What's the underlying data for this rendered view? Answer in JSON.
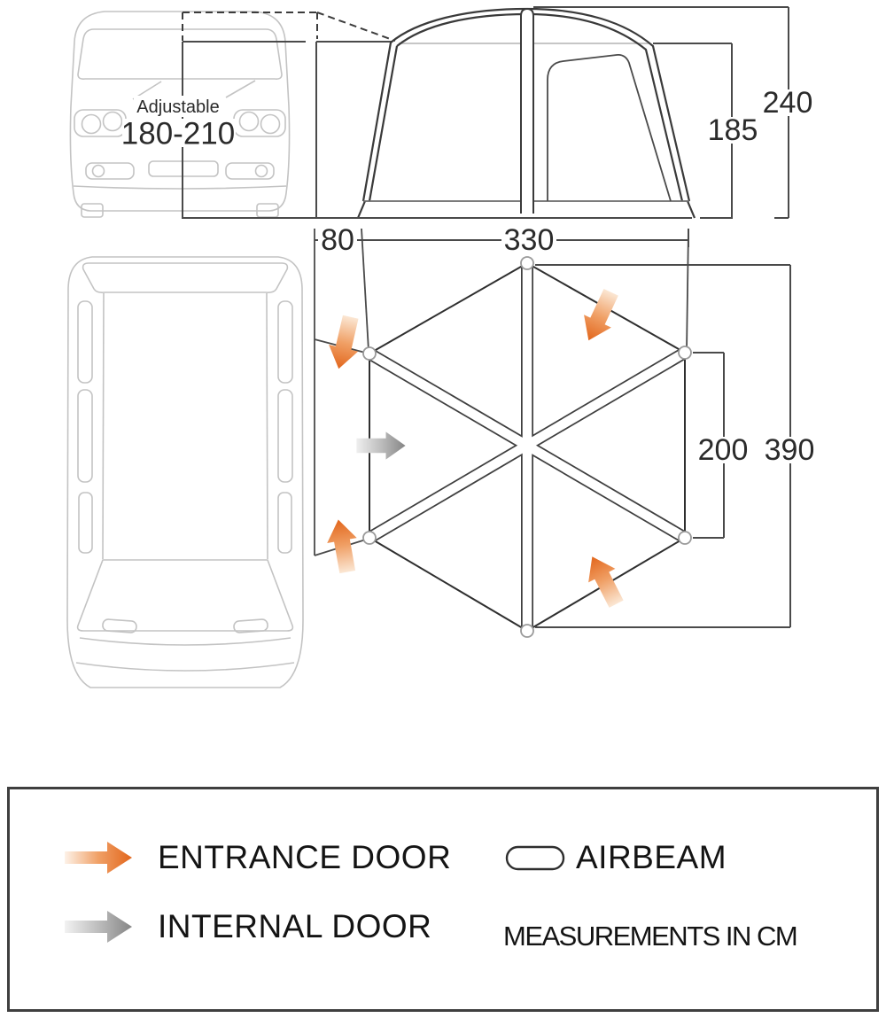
{
  "diagram": {
    "front_view": {
      "adjustable_label": "Adjustable",
      "adjustable_range": "180-210"
    },
    "side_view": {
      "inner_height": "185",
      "outer_height": "240"
    },
    "plan_view": {
      "cowl_depth": "80",
      "width": "330",
      "inner_depth": "200",
      "total_depth": "390"
    }
  },
  "legend": {
    "entrance_door_label": "ENTRANCE DOOR",
    "internal_door_label": "INTERNAL DOOR",
    "airbeam_label": "AIRBEAM",
    "measurements_note": "MEASUREMENTS IN CM"
  },
  "colors": {
    "entrance_arrow": "#e2661c",
    "internal_arrow": "#858585",
    "outline_dark": "#3a3a3a",
    "vehicle_outline": "#c3c3c3"
  }
}
